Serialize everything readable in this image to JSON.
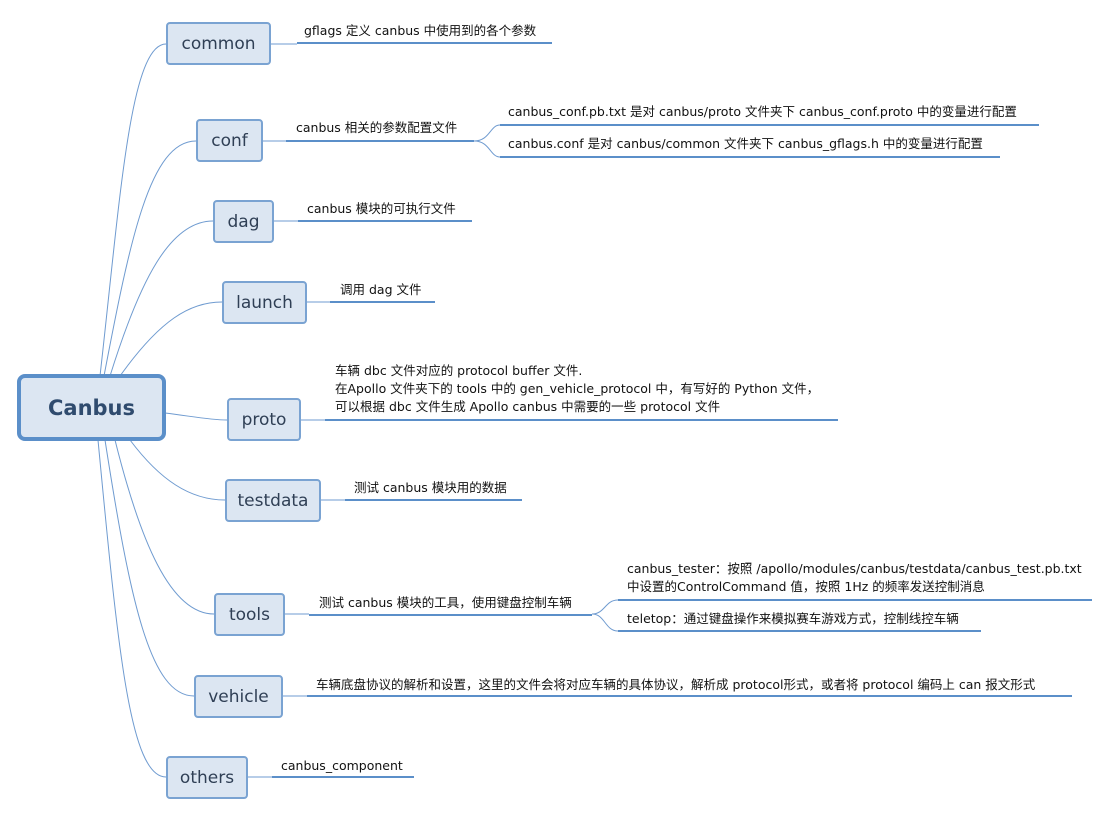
{
  "root": {
    "label": "Canbus"
  },
  "branches": {
    "common": {
      "label": "common",
      "notes": [
        "gflags 定义 canbus 中使用到的各个参数"
      ]
    },
    "conf": {
      "label": "conf",
      "notes": [
        "canbus 相关的参数配置文件"
      ],
      "children": [
        "canbus_conf.pb.txt 是对 canbus/proto 文件夹下 canbus_conf.proto 中的变量进行配置",
        "canbus.conf 是对 canbus/common 文件夹下 canbus_gflags.h 中的变量进行配置"
      ]
    },
    "dag": {
      "label": "dag",
      "notes": [
        "canbus 模块的可执行文件"
      ]
    },
    "launch": {
      "label": "launch",
      "notes": [
        "调用 dag 文件"
      ]
    },
    "proto": {
      "label": "proto",
      "notes": [
        "车辆 dbc 文件对应的 protocol buffer 文件.",
        "在Apollo 文件夹下的 tools 中的 gen_vehicle_protocol 中，有写好的 Python 文件，",
        "可以根据 dbc 文件生成 Apollo canbus 中需要的一些 protocol 文件"
      ]
    },
    "testdata": {
      "label": "testdata",
      "notes": [
        "测试 canbus 模块用的数据"
      ]
    },
    "tools": {
      "label": "tools",
      "notes": [
        "测试 canbus 模块的工具，使用键盘控制车辆"
      ],
      "children": [
        "canbus_tester：按照 /apollo/modules/canbus/testdata/canbus_test.pb.txt",
        "中设置的ControlCommand 值，按照 1Hz 的频率发送控制消息",
        "teletop：通过键盘操作来模拟赛车游戏方式，控制线控车辆"
      ]
    },
    "vehicle": {
      "label": "vehicle",
      "notes": [
        "车辆底盘协议的解析和设置，这里的文件会将对应车辆的具体协议，解析成 protocol形式，或者将 protocol 编码上 can 报文形式"
      ]
    },
    "others": {
      "label": "others",
      "notes": [
        "canbus_component"
      ]
    }
  },
  "colors": {
    "line": "#5b8fc9",
    "node_fill": "#dce6f2",
    "root_border": "#5b8fc9"
  }
}
